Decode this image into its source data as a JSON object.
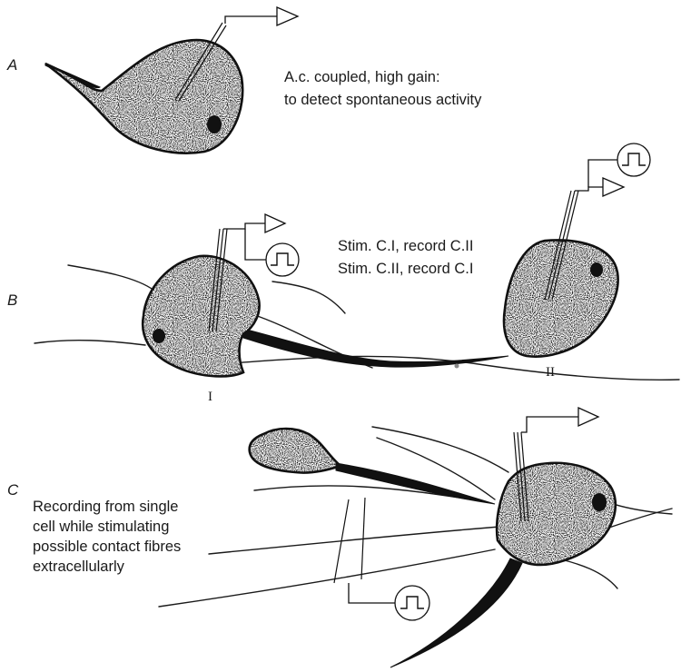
{
  "panels": {
    "a": {
      "letter": "A",
      "caption_line1": "A.c. coupled, high gain:",
      "caption_line2": "to detect spontaneous activity"
    },
    "b": {
      "letter": "B",
      "caption_line1": "Stim. C.I, record C.II",
      "caption_line2": "Stim. C.II, record C.I",
      "cell_label_left": "I",
      "cell_label_right": "II"
    },
    "c": {
      "letter": "C",
      "caption_line1": "Recording from single",
      "caption_line2": "cell while stimulating",
      "caption_line3": "possible contact fibres",
      "caption_line4": "extracellularly"
    }
  },
  "icons": {
    "amplifier": "amplifier-triangle-icon",
    "stimulator": "square-pulse-stimulator-icon",
    "electrode": "microelectrode-icon"
  },
  "colors": {
    "ink": "#111111",
    "paper": "#ffffff"
  }
}
